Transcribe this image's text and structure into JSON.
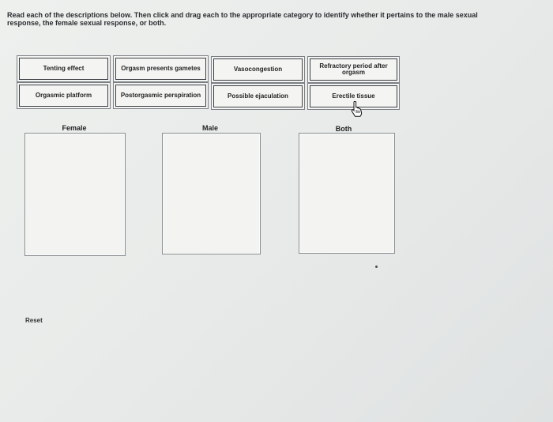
{
  "instructions": "Read each of the descriptions below. Then click and drag each to the appropriate category to identify whether it pertains to the male sexual response, the female sexual response, or both.",
  "chips": [
    {
      "id": "tenting",
      "label": "Tenting effect"
    },
    {
      "id": "gametes",
      "label": "Orgasm presents gametes"
    },
    {
      "id": "vasocongestion",
      "label": "Vasocongestion"
    },
    {
      "id": "refractory",
      "line1": "Refractory period after",
      "line2": "orgasm"
    },
    {
      "id": "platform",
      "label": "Orgasmic platform"
    },
    {
      "id": "perspiration",
      "label": "Postorgasmic perspiration"
    },
    {
      "id": "ejaculation",
      "label": "Possible ejaculation"
    },
    {
      "id": "erectile",
      "label": "Erectile tissue"
    }
  ],
  "categories": [
    {
      "id": "female",
      "label": "Female"
    },
    {
      "id": "male",
      "label": "Male"
    },
    {
      "id": "both",
      "label": "Both"
    }
  ],
  "reset_label": "Reset",
  "icons": {
    "cursor": "hand-pointer-icon"
  }
}
